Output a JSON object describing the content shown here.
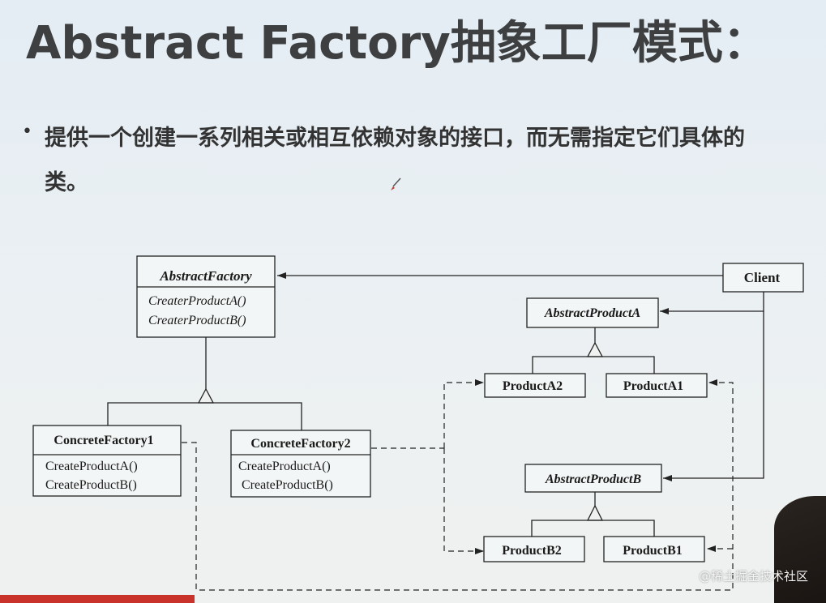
{
  "slide": {
    "title": "Abstract Factory抽象工厂模式：",
    "bullet_mark": "•",
    "bullet": "提供一个创建一系列相关或相互依赖对象的接口，而无需指定它们具体的类。"
  },
  "diagram": {
    "abstract_factory": {
      "name": "AbstractFactory",
      "ops": [
        "CreaterProductA()",
        "CreaterProductB()"
      ]
    },
    "client": {
      "name": "Client"
    },
    "concrete_factory_1": {
      "name": "ConcreteFactory1",
      "ops": [
        "CreateProductA()",
        "CreateProductB()"
      ]
    },
    "concrete_factory_2": {
      "name": "ConcreteFactory2",
      "ops": [
        "CreateProductA()",
        "CreateProductB()"
      ]
    },
    "abstract_product_a": {
      "name": "AbstractProductA"
    },
    "product_a2": {
      "name": "ProductA2"
    },
    "product_a1": {
      "name": "ProductA1"
    },
    "abstract_product_b": {
      "name": "AbstractProductB"
    },
    "product_b2": {
      "name": "ProductB2"
    },
    "product_b1": {
      "name": "ProductB1"
    }
  },
  "watermark": "@稀土掘金技术社区",
  "icons": {
    "cursor": "pen-cursor-icon"
  }
}
